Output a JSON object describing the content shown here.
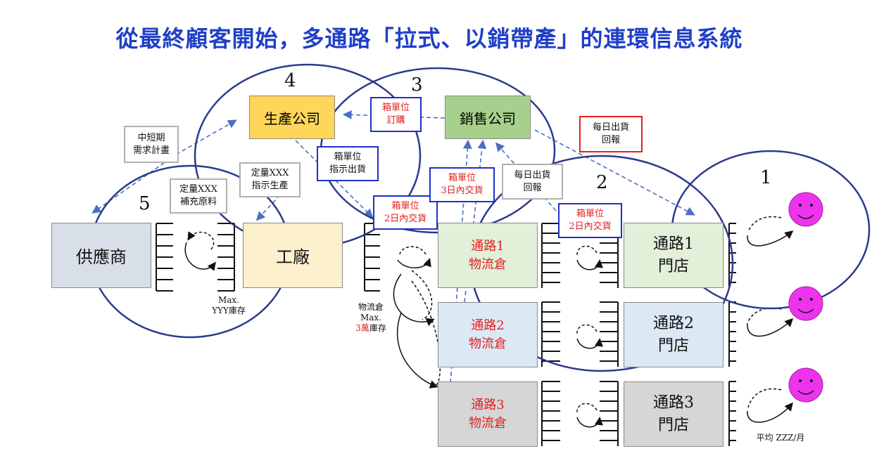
{
  "title": "從最終顧客開始，多通路「拉式、以銷帶產」的連環信息系統",
  "nodes": {
    "supplier": "供應商",
    "factory": "工廠",
    "production_company": "生產公司",
    "sales_company": "銷售公司",
    "wh1": [
      "通路1",
      "物流倉"
    ],
    "wh2": [
      "通路2",
      "物流倉"
    ],
    "wh3": [
      "通路3",
      "物流倉"
    ],
    "store1": [
      "通路1",
      "門店"
    ],
    "store2": [
      "通路2",
      "門店"
    ],
    "store3": [
      "通路3",
      "門店"
    ]
  },
  "circle_numbers": [
    "1",
    "2",
    "3",
    "4",
    "5"
  ],
  "notes": {
    "mid_short_demand": [
      "中短期",
      "需求計畫"
    ],
    "fixed_replenish": [
      "定量XXX",
      "補充原料"
    ],
    "fixed_instruct": [
      "定量XXX",
      "指示生產"
    ],
    "box_instruct_ship": [
      "箱單位",
      "指示出貨"
    ],
    "box_order": [
      "箱單位",
      "訂購"
    ],
    "box_2day_a": [
      "箱單位",
      "2日內交貨"
    ],
    "box_3day": [
      "箱單位",
      "3日內交貨"
    ],
    "daily_report_grey": [
      "每日出貨",
      "回報"
    ],
    "daily_report_red": [
      "每日出貨",
      "回報"
    ],
    "box_2day_b": [
      "箱單位",
      "2日內交貨"
    ]
  },
  "labels": {
    "max_yyy": [
      "Max.",
      "YYY庫存"
    ],
    "wh_max": {
      "line1": "物流倉",
      "line2": "Max.",
      "line3_red": "3萬",
      "line3_rest": "庫存"
    },
    "avg": "平均 ZZZ/月"
  },
  "colors": {
    "title": "#1f3fc7",
    "supplier": "#d9dfe8",
    "factory": "#fdf0cc",
    "production": "#ffd55a",
    "sales": "#a8d08d",
    "wh1": "#e2efd9",
    "wh2": "#dde8f5",
    "wh3": "#d6d6d6",
    "store1": "#e2efd9",
    "store2": "#dde8f5",
    "store3": "#d6d6d6",
    "circle": "#2b3a8c",
    "smiley": "#ee33ee",
    "arrow": "#4a70c0"
  }
}
